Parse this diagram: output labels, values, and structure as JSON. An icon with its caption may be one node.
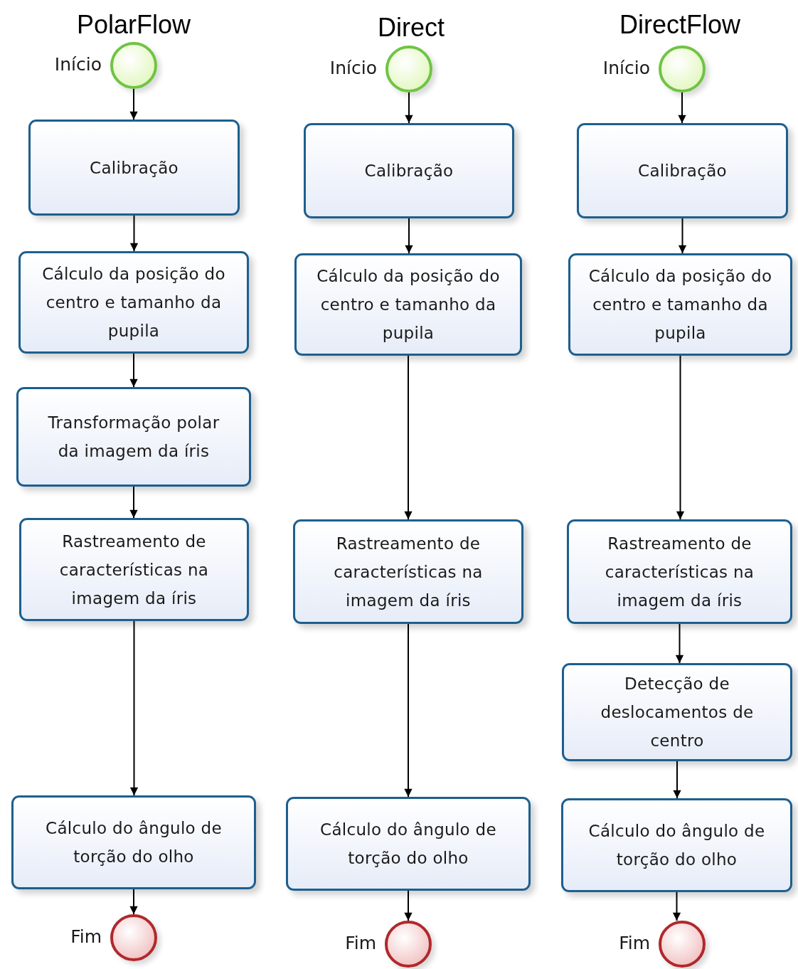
{
  "diagram": {
    "nodes": [
      {
        "text": [],
        "shape": "circle",
        "beside": [
          "Início"
        ]
      },
      {
        "text": [
          "Calibração"
        ]
      },
      {
        "text": [
          "Cálculo da posição do centro e tamanho da pupila"
        ]
      },
      {
        "text": [
          "Transformação polar da imagem da íris"
        ]
      },
      {
        "text": [
          "Rastreamento de características na imagem da íris"
        ]
      },
      {
        "text": [
          "Cálculo do ângulo de torção do olho"
        ]
      },
      {
        "text": [],
        "shape": "circle",
        "beside": [
          "Fim"
        ]
      },
      {
        "text": [],
        "shape": "circle",
        "beside": [
          "Início"
        ]
      },
      {
        "text": [
          "Calibração"
        ]
      },
      {
        "text": [
          "Cálculo da posição do centro e tamanho da pupila"
        ]
      },
      {
        "text": [
          "Rastreamento de características na imagem da íris"
        ]
      },
      {
        "text": [
          "Cálculo do ângulo de torção do olho"
        ]
      },
      {
        "text": [],
        "shape": "circle",
        "beside": [
          "Fim"
        ]
      },
      {
        "text": [],
        "shape": "circle",
        "beside": [
          "Início"
        ]
      },
      {
        "text": [
          "Calibração"
        ]
      },
      {
        "text": [
          "Cálculo da posição do centro e tamanho da pupila"
        ]
      },
      {
        "text": [
          "Rastreamento de características na imagem da íris"
        ]
      },
      {
        "text": [
          "Detecção de deslocamentos de centro"
        ]
      },
      {
        "text": [
          "Cálculo do ângulo de torção do olho"
        ]
      },
      {
        "text": [],
        "shape": "circle",
        "beside": [
          "Fim"
        ]
      }
    ],
    "edges": [
      {
        "from": 0,
        "to": 1,
        "arrow": "to"
      },
      {
        "from": 1,
        "to": 2,
        "arrow": "to"
      },
      {
        "from": 2,
        "to": 3,
        "arrow": "to"
      },
      {
        "from": 3,
        "to": 4,
        "arrow": "to"
      },
      {
        "from": 4,
        "to": 5,
        "arrow": "to"
      },
      {
        "from": 5,
        "to": 6,
        "arrow": "to"
      },
      {
        "from": 7,
        "to": 8,
        "arrow": "to"
      },
      {
        "from": 8,
        "to": 9,
        "arrow": "to"
      },
      {
        "from": 9,
        "to": 10,
        "arrow": "to"
      },
      {
        "from": 10,
        "to": 11,
        "arrow": "to"
      },
      {
        "from": 11,
        "to": 12,
        "arrow": "to"
      },
      {
        "from": 13,
        "to": 14,
        "arrow": "to"
      },
      {
        "from": 14,
        "to": 15,
        "arrow": "to"
      },
      {
        "from": 15,
        "to": 16,
        "arrow": "to"
      },
      {
        "from": 16,
        "to": 17,
        "arrow": "to"
      },
      {
        "from": 17,
        "to": 18,
        "arrow": "to"
      },
      {
        "from": 18,
        "to": 19,
        "arrow": "to"
      }
    ],
    "labels": [
      "PolarFlow",
      "Direct",
      "DirectFlow"
    ]
  }
}
